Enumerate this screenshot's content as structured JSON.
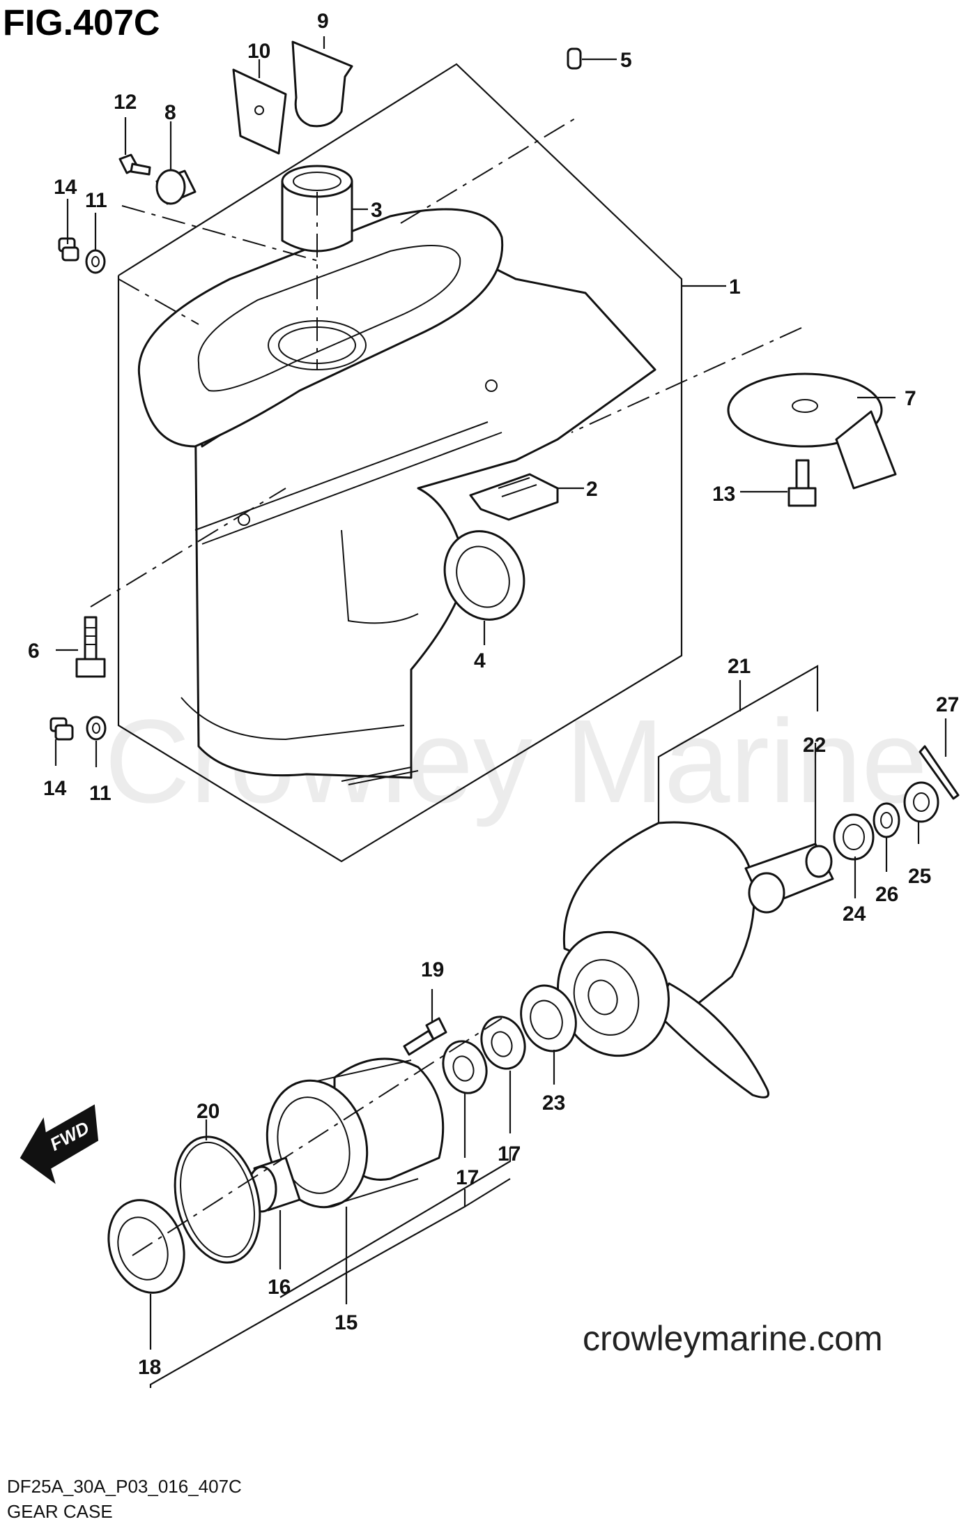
{
  "figure": {
    "title": "FIG.407C",
    "code": "DF25A_30A_P03_016_407C",
    "name": "GEAR CASE",
    "watermark": "Crowley Marine",
    "website": "crowleymarine.com",
    "direction_label": "FWD"
  },
  "callouts": {
    "c1": "1",
    "c2": "2",
    "c3": "3",
    "c4": "4",
    "c5": "5",
    "c6": "6",
    "c7": "7",
    "c8": "8",
    "c9": "9",
    "c10": "10",
    "c11a": "11",
    "c11b": "11",
    "c12": "12",
    "c13": "13",
    "c14a": "14",
    "c14b": "14",
    "c15": "15",
    "c16": "16",
    "c17a": "17",
    "c17b": "17",
    "c18": "18",
    "c19": "19",
    "c20": "20",
    "c21": "21",
    "c22": "22",
    "c23": "23",
    "c24": "24",
    "c25": "25",
    "c26": "26",
    "c27": "27"
  },
  "colors": {
    "line": "#111111",
    "background": "#ffffff",
    "watermark": "#ececec"
  }
}
